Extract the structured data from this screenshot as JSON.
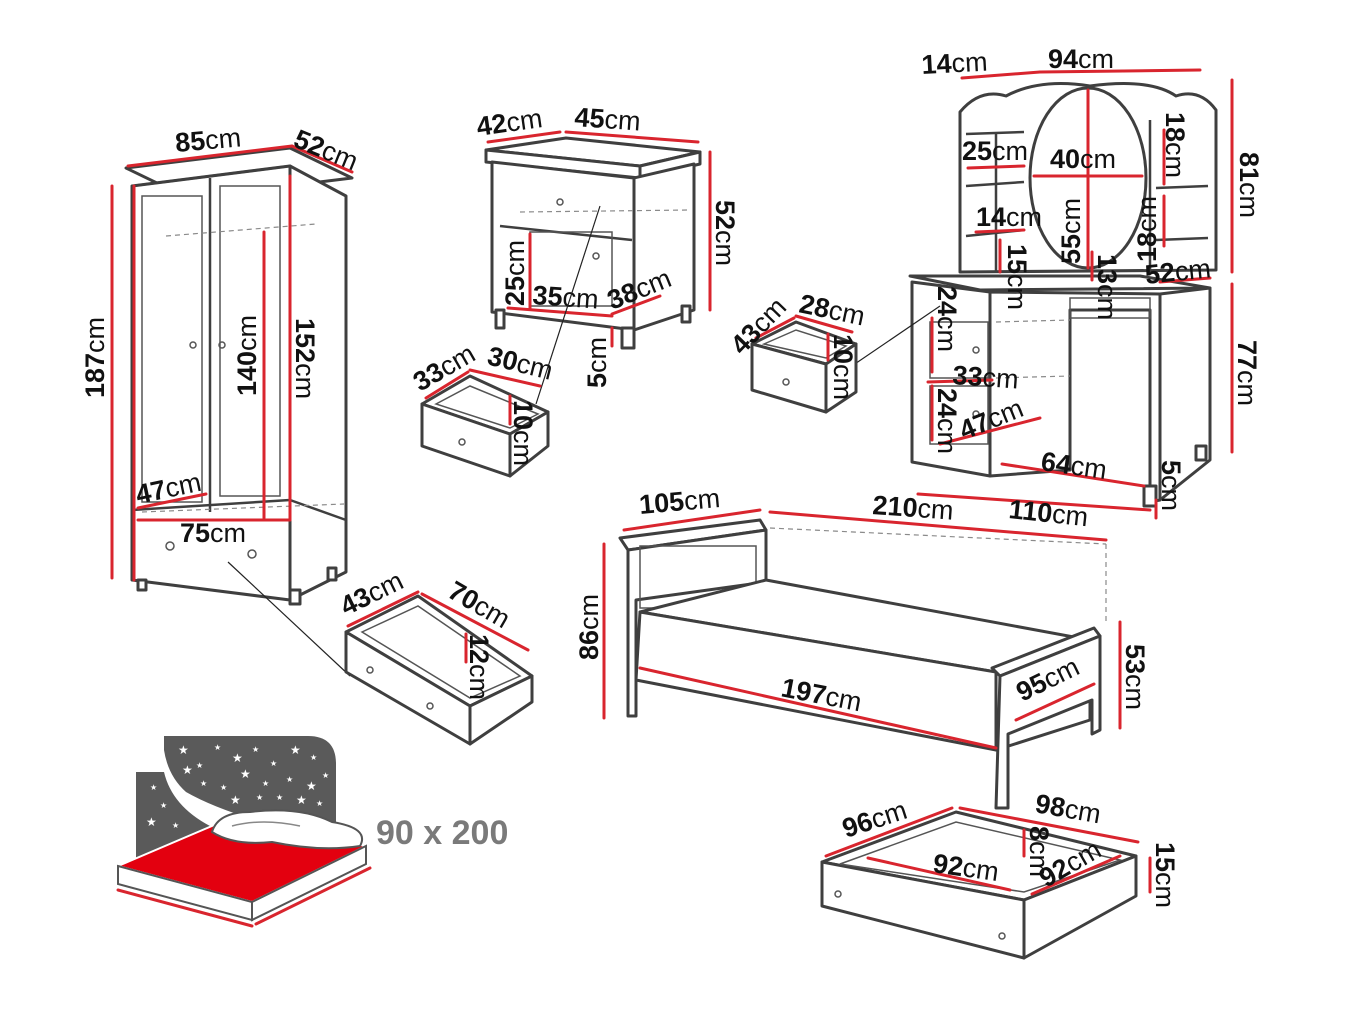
{
  "colors": {
    "accent": "#d9252e",
    "outline": "#3f3f3f",
    "mattress_red": "#e3000f",
    "night": "#5a5a5a"
  },
  "icons": {
    "mattress": "mattress-with-pillows-icon",
    "stars": "starry-night-icon"
  },
  "wardrobe": {
    "width": "85",
    "depth": "52",
    "height": "187",
    "inner_height": "152",
    "door_height": "140",
    "inner_depth": "47",
    "drawer_width": "75",
    "drawer": {
      "depth": "43",
      "width": "70",
      "height": "12"
    }
  },
  "nightstand": {
    "depth": "42",
    "width": "45",
    "height": "52",
    "shelf_height": "25",
    "inner_width": "35",
    "inner_depth": "38",
    "foot_height": "5",
    "drawer": {
      "depth": "33",
      "width": "30",
      "height": "10"
    }
  },
  "desk": {
    "top_side_width": "14",
    "mirror_width": "94",
    "total_height": "81",
    "shelf_width": "25",
    "mirror_inner_width": "40",
    "side_shelf_height_a": "18",
    "side_shelf_height_b": "18",
    "small_shelf_width": "14",
    "mirror_height": "55",
    "shelf_gap": "15",
    "desk_gap": "13",
    "depth": "52",
    "height": "77",
    "drawer_height_a": "24",
    "cabinet_width": "33",
    "drawer_height_b": "24",
    "cabinet_depth": "47",
    "knee_width": "64",
    "foot_height": "5",
    "width": "110",
    "drawer": {
      "depth": "43",
      "width": "28",
      "height": "10"
    }
  },
  "bed": {
    "head_width": "105",
    "length": "210",
    "head_height": "86",
    "inner_length": "197",
    "foot_width": "95",
    "foot_height": "53",
    "drawer": {
      "width_a": "96",
      "length": "98",
      "height_inner": "8",
      "inner_width": "92",
      "inner_length": "92",
      "height": "15"
    }
  },
  "unit": "cm",
  "mattress": {
    "size": "90 x 200"
  }
}
